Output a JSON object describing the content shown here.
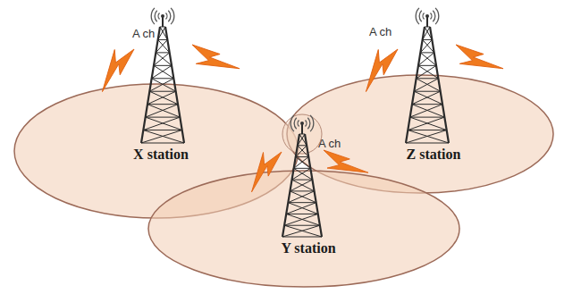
{
  "diagram": {
    "nodes": [
      {
        "text": [
          "X station"
        ]
      },
      {
        "text": [
          "Z station"
        ]
      },
      {
        "text": [
          "Y station"
        ]
      }
    ],
    "labels": [
      "A ch",
      "A ch",
      "A ch"
    ]
  }
}
